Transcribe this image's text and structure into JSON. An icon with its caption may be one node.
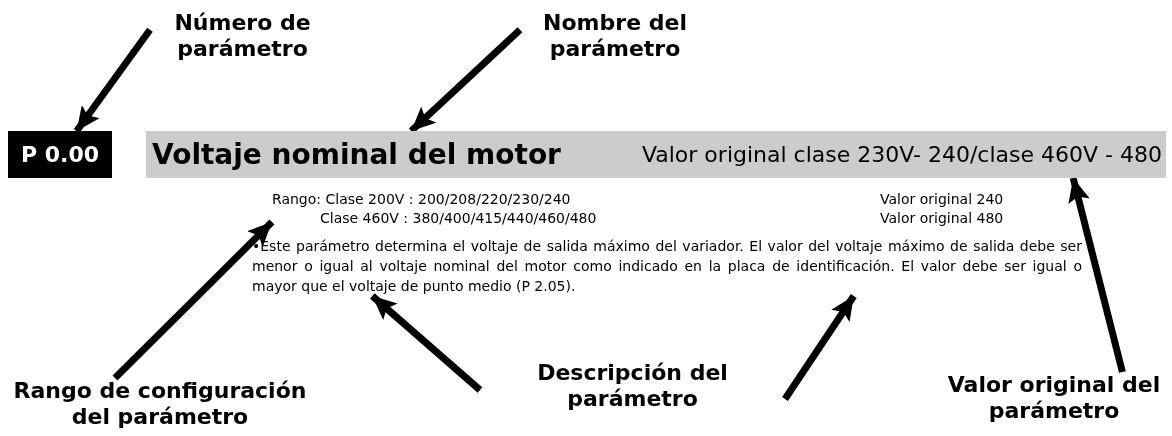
{
  "diagram": {
    "nodes": [
      {
        "text": [
          "Número de parámetro"
        ]
      },
      {
        "text": [
          "Nombre del parámetro"
        ]
      },
      {
        "text": [
          "P 0.00"
        ]
      },
      {
        "text": [
          "Voltaje nominal del motor",
          "Valor original clase 230V- 240/clase 460V - 480"
        ]
      },
      {
        "text": [
          "Rango: Clase 200V : 200/208/220/230/240",
          "Clase 460V : 380/400/415/440/460/480"
        ]
      },
      {
        "text": [
          "•Este parámetro determina el voltaje de salida máximo del variador. El valor del voltaje máximo de salida debe ser menor o igual al voltaje nominal del motor como indicado en la placa de identificación.  El valor debe ser igual o mayor que el voltaje de punto medio (P 2.05)."
        ]
      },
      {
        "text": [
          "Rango de configuración del parámetro"
        ]
      },
      {
        "text": [
          "Descripción del parámetro"
        ]
      },
      {
        "text": [
          "Valor original del parámetro"
        ]
      }
    ],
    "edges": [
      {
        "from": 0,
        "to": 2,
        "arrow": "to"
      },
      {
        "from": 1,
        "to": 3,
        "arrow": "to"
      },
      {
        "from": 6,
        "to": 4,
        "arrow": "to"
      },
      {
        "from": 7,
        "to": 5,
        "arrow": "to"
      },
      {
        "from": 7,
        "to": 5,
        "arrow": "to"
      },
      {
        "from": 8,
        "to": 3,
        "arrow": "to"
      }
    ],
    "labels": [
      "Valor original 240",
      "Valor original 480"
    ]
  }
}
